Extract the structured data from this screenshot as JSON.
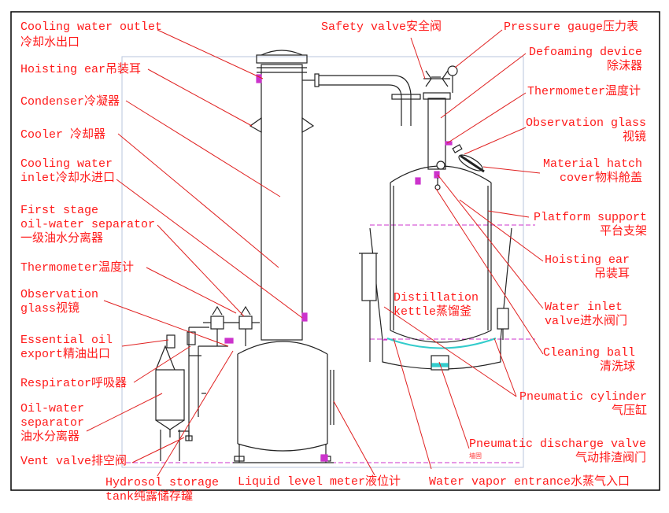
{
  "labels": {
    "cooling_water_outlet": {
      "en": "Cooling water outlet",
      "zh": "冷却水出口"
    },
    "hoisting_ear_left": {
      "text": "Hoisting ear吊装耳"
    },
    "condenser": {
      "text": "Condenser冷凝器"
    },
    "cooler": {
      "text": "Cooler  冷却器"
    },
    "cooling_water_inlet": {
      "en": "Cooling water",
      "zh": "inlet冷却水进口"
    },
    "first_stage_separator": {
      "line1": "First stage",
      "line2": "oil-water separator",
      "line3": "一级油水分离器"
    },
    "thermometer_left": {
      "text": "Thermometer温度计"
    },
    "observation_glass_left": {
      "line1": "Observation",
      "line2": "glass视镜"
    },
    "essential_oil_export": {
      "line1": "Essential oil",
      "line2": "export精油出口"
    },
    "respirator": {
      "text": "Respirator呼吸器"
    },
    "oil_water_separator": {
      "line1": "Oil-water",
      "line2": "separator",
      "line3": "油水分离器"
    },
    "vent_valve": {
      "text": "Vent valve排空阀"
    },
    "hydrosol_storage_tank": {
      "line1": "Hydrosol storage",
      "line2": "tank纯露储存罐"
    },
    "liquid_level_meter": {
      "text": "Liquid level meter液位计"
    },
    "water_vapor_entrance": {
      "text": "Water vapor entrance水蒸气入口"
    },
    "safety_valve": {
      "text": "Safety valve安全阀"
    },
    "pressure_gauge": {
      "text": "Pressure gauge压力表"
    },
    "defoaming_device": {
      "line1": "Defoaming device",
      "line2": "除沫器"
    },
    "thermometer_right": {
      "text": "Thermometer温度计"
    },
    "observation_glass_right": {
      "line1": "Observation glass",
      "line2": "视镜"
    },
    "material_hatch_cover": {
      "line1": "Material hatch",
      "line2": "cover物料舱盖"
    },
    "platform_support": {
      "line1": "Platform support",
      "line2": "平台支架"
    },
    "hoisting_ear_right": {
      "line1": "Hoisting ear",
      "line2": "吊装耳"
    },
    "water_inlet_valve": {
      "line1": "Water inlet",
      "line2": "valve进水阀门"
    },
    "cleaning_ball": {
      "line1": "Cleaning ball",
      "line2": "清洗球"
    },
    "distillation_kettle": {
      "line1": "Distillation",
      "line2": "kettle蒸馏釜"
    },
    "pneumatic_cylinder": {
      "line1": "Pneumatic cylinder",
      "line2": "气压缸"
    },
    "pneumatic_discharge_valve": {
      "line1": "Pneumatic discharge valve",
      "line2": "气动排渣阀门"
    },
    "small_note": {
      "text": "墙固"
    }
  },
  "colors": {
    "label": "#ff1a1a",
    "leader": "#e02020",
    "drawing": "#222222",
    "border": "#000000",
    "magenta": "#cc33cc",
    "cyan": "#33cccc",
    "blue": "#3366cc"
  }
}
